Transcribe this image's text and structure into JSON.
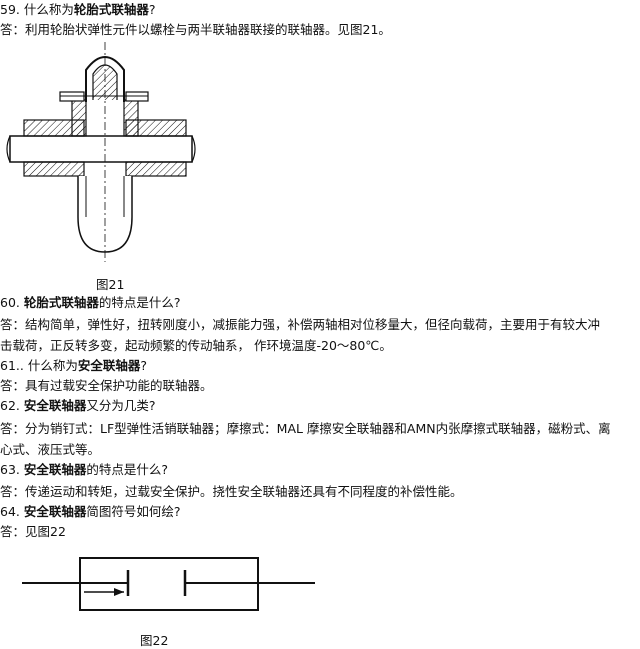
{
  "q59": {
    "num": "59.",
    "pre": "什么称为",
    "bold": "轮胎式联轴器",
    "post": "?"
  },
  "a59": "答：利用轮胎状弹性元件以螺栓与两半联轴器联接的联轴器。见图21。",
  "fig21_caption": "图21",
  "q60": {
    "num": "60.",
    "bold": "轮胎式联轴器",
    "post": "的特点是什么?"
  },
  "a60": "答：结构简单，弹性好，扭转刚度小，减振能力强，补偿两轴相对位移量大，但径向载荷，主要用于有较大冲击载荷，正反转多变，起动频繁的传动轴系，   作环境温度-20～80℃。",
  "q61": {
    "num": "61..",
    "pre": "什么称为",
    "bold": "安全联轴器",
    "post": "?"
  },
  "a61": "答：具有过载安全保护功能的联轴器。",
  "q62": {
    "num": "62.",
    "bold": "安全联轴器",
    "post": "又分为几类?"
  },
  "a62": "答：分为销钉式：LF型弹性活销联轴器；摩擦式：MAL 摩擦安全联轴器和AMN内张摩擦式联轴器，磁粉式、离心式、液压式等。",
  "q63": {
    "num": "63.",
    "bold": "安全联轴器",
    "post": "的特点是什么?"
  },
  "a63": "答：传递运动和转矩，过载安全保护。挠性安全联轴器还具有不同程度的补偿性能。",
  "q64": {
    "num": "64.",
    "bold": "安全联轴器",
    "post": "简图符号如何绘?"
  },
  "a64": "答：见图22",
  "fig22_caption": "图22"
}
